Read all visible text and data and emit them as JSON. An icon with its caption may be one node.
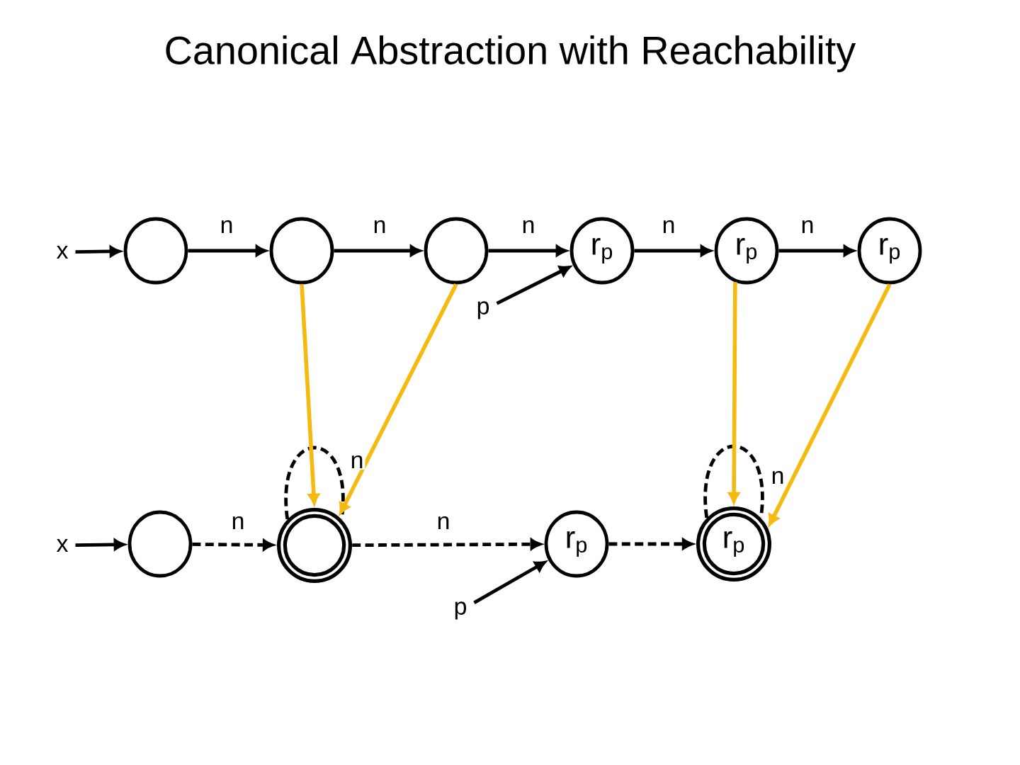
{
  "diagram": {
    "title": "Canonical Abstraction with Reachability",
    "nodes": [
      {
        "text": [
          "x"
        ]
      },
      {
        "text": [],
        "shape": "circle"
      },
      {
        "text": [],
        "shape": "circle"
      },
      {
        "text": [],
        "shape": "circle"
      },
      {
        "text": [
          "r$_{p}$"
        ]
      },
      {
        "text": [
          "r$_{p}$"
        ]
      },
      {
        "text": [
          "r$_{p}$"
        ]
      },
      {
        "text": [
          "p"
        ]
      },
      {
        "text": [
          "x"
        ]
      },
      {
        "text": [],
        "shape": "circle"
      },
      {
        "text": [],
        "shape": "circle"
      },
      {
        "text": [
          "r$_{p}$"
        ]
      },
      {
        "text": [
          "r$_{p}$"
        ]
      },
      {
        "text": [
          "p"
        ]
      }
    ],
    "edges": [
      {
        "from": 0,
        "to": 1,
        "arrow": "to"
      },
      {
        "from": 1,
        "to": 2,
        "arrow": "to",
        "label": "n"
      },
      {
        "from": 2,
        "to": 3,
        "arrow": "to",
        "label": "n"
      },
      {
        "from": 3,
        "to": 4,
        "arrow": "to",
        "label": "n"
      },
      {
        "from": 4,
        "to": 5,
        "arrow": "to",
        "label": "n"
      },
      {
        "from": 5,
        "to": 6,
        "arrow": "to",
        "label": "n"
      },
      {
        "from": 7,
        "to": 4,
        "arrow": "to"
      },
      {
        "from": 8,
        "to": 9,
        "arrow": "to"
      },
      {
        "from": 9,
        "to": 10,
        "arrow": "to",
        "label": "n",
        "style": "dashed"
      },
      {
        "from": 10,
        "to": 10,
        "arrow": "none",
        "label": "n",
        "style": "dashed"
      },
      {
        "from": 10,
        "to": 11,
        "arrow": "to",
        "label": "n",
        "style": "dashed"
      },
      {
        "from": 11,
        "to": 12,
        "arrow": "to",
        "style": "dashed"
      },
      {
        "from": 12,
        "to": 12,
        "arrow": "none",
        "label": "n",
        "style": "dashed"
      },
      {
        "from": 13,
        "to": 11,
        "arrow": "to"
      },
      {
        "from": 2,
        "to": 10,
        "arrow": "to",
        "color": "#f5b90f"
      },
      {
        "from": 3,
        "to": 10,
        "arrow": "to",
        "color": "#f5b90f"
      },
      {
        "from": 5,
        "to": 12,
        "arrow": "to",
        "color": "#f5b90f"
      },
      {
        "from": 6,
        "to": 12,
        "arrow": "to",
        "color": "#f5b90f"
      }
    ]
  }
}
